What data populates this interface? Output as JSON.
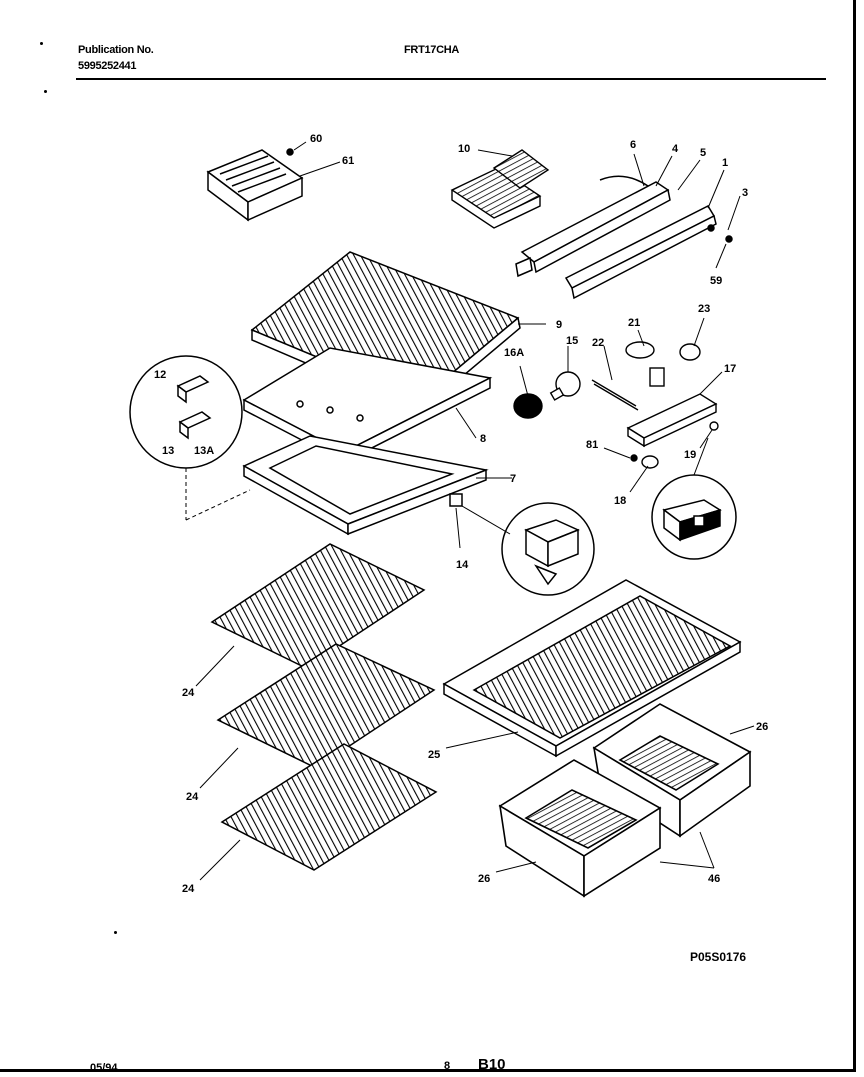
{
  "header": {
    "publication_label": "Publication No.",
    "publication_number": "5995252441",
    "model": "FRT17CHA"
  },
  "diagram_code": "P05S0176",
  "footer": {
    "date": "05/94",
    "page_number": "8",
    "section": "B10"
  },
  "callouts": [
    "60",
    "61",
    "10",
    "6",
    "4",
    "5",
    "1",
    "3",
    "59",
    "9",
    "21",
    "23",
    "22",
    "16A",
    "15",
    "17",
    "12",
    "13",
    "13A",
    "8",
    "81",
    "19",
    "7",
    "18",
    "14",
    "24",
    "24",
    "24",
    "25",
    "26",
    "26",
    "46"
  ]
}
